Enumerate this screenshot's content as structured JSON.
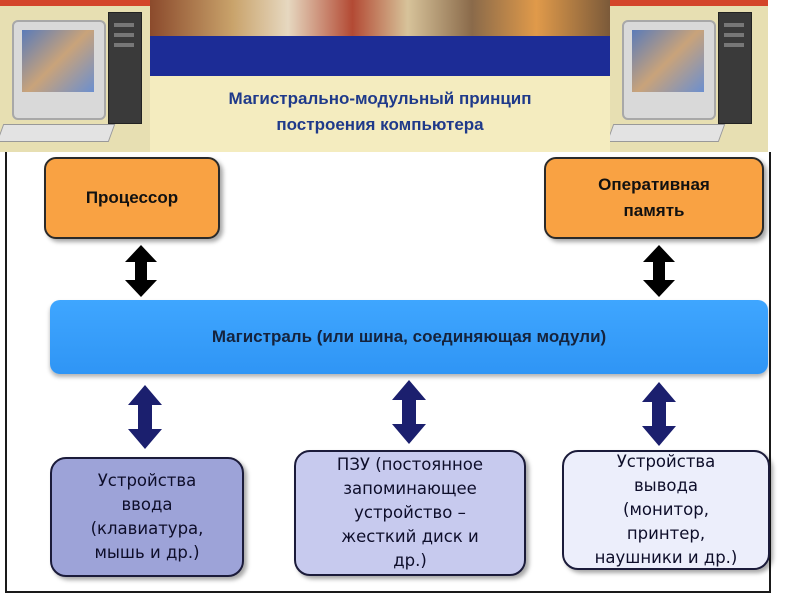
{
  "title": {
    "line1": "Магистрально-модульный принцип",
    "line2": "построения компьютера"
  },
  "modules": {
    "processor": "Процессор",
    "ram_line1": "Оперативная",
    "ram_line2": "память"
  },
  "bus": {
    "label": "Магистраль (или шина, соединяющая модули)"
  },
  "devices": {
    "input": [
      "Устройства",
      "ввода",
      "(клавиатура,",
      "мышь и др.)"
    ],
    "rom": [
      "ПЗУ (постоянное",
      "запоминающее",
      "устройство –",
      "жесткий диск и",
      "др.)"
    ],
    "output": [
      "Устройства",
      "вывода",
      "(монитор,",
      "принтер,",
      "наушники и др.)"
    ]
  },
  "colors": {
    "header_bg": "#f4ecbf",
    "header_blue": "#1c2c96",
    "title_text": "#1f3a8a",
    "module_orange": "#f9a243",
    "bus_blue": "#2f95f5",
    "input_box": "#9da3d8",
    "rom_box": "#c7caee",
    "output_box": "#eceefb",
    "arrow_black": "#000000",
    "arrow_navy": "#1b1f6e"
  }
}
